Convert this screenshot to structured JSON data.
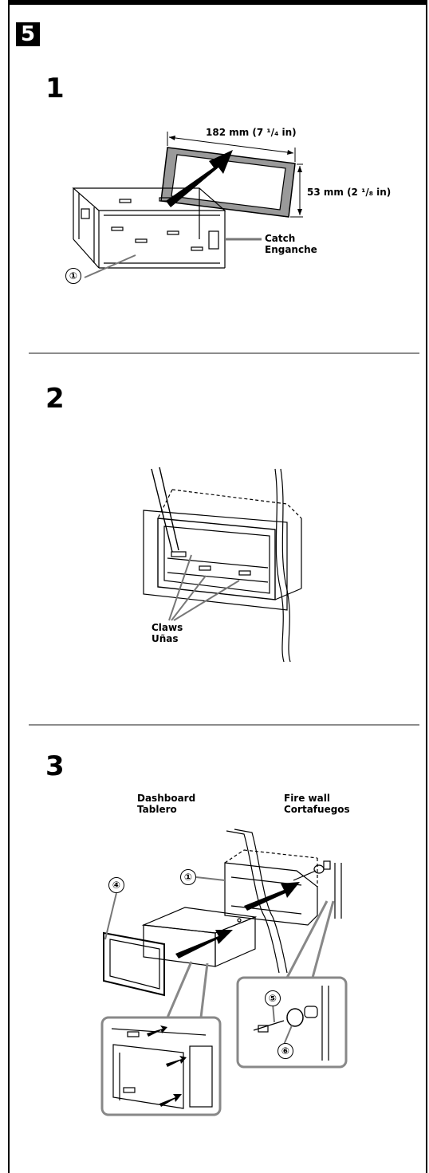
{
  "section_number": "5",
  "steps": [
    {
      "number": "1"
    },
    {
      "number": "2"
    },
    {
      "number": "3"
    }
  ],
  "step1": {
    "width_label": "182 mm (7 ¹/₄ in)",
    "height_label": "53 mm (2 ¹/₈ in)",
    "catch_label_en": "Catch",
    "catch_label_es": "Enganche",
    "part_callout": "①"
  },
  "step2": {
    "claws_label_en": "Claws",
    "claws_label_es": "Uñas"
  },
  "step3": {
    "dashboard_en": "Dashboard",
    "dashboard_es": "Tablero",
    "firewall_en": "Fire wall",
    "firewall_es": "Cortafuegos",
    "callout_1": "①",
    "callout_4": "④",
    "callout_5": "⑤",
    "callout_6": "⑥"
  }
}
